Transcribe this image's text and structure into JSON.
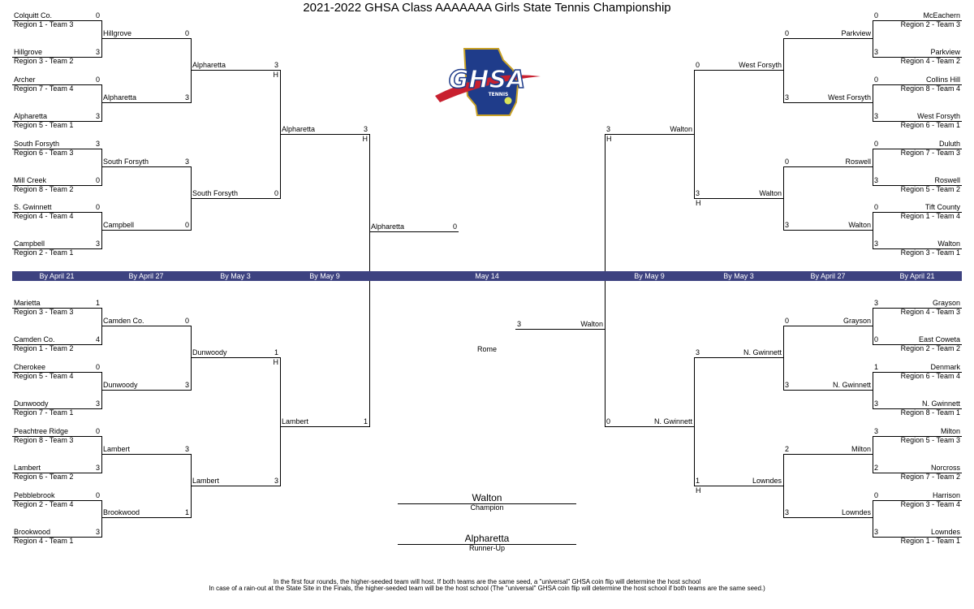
{
  "title": "2021-2022 GHSA Class AAAAAAA Girls State Tennis Championship",
  "colors": {
    "band": "#3d4280",
    "band_text": "#ffffff",
    "logo_blue": "#1f3c8a",
    "logo_red": "#c8202f",
    "logo_gold": "#c9a227"
  },
  "logo": {
    "text": "GHSA",
    "subtext": "TENNIS"
  },
  "rounds": [
    "By April 21",
    "By April 27",
    "By May 3",
    "By May 9",
    "May 14",
    "By May 9",
    "By May 3",
    "By April 27",
    "By April 21"
  ],
  "left_top": {
    "r1": [
      {
        "team": "Colquitt Co.",
        "seed": "Region 1 - Team 3",
        "score": "0"
      },
      {
        "team": "Hillgrove",
        "seed": "Region 3 - Team 2",
        "score": "3"
      },
      {
        "team": "Archer",
        "seed": "Region 7 - Team 4",
        "score": "0"
      },
      {
        "team": "Alpharetta",
        "seed": "Region 5 - Team 1",
        "score": "3"
      },
      {
        "team": "South Forsyth",
        "seed": "Region 6 - Team 3",
        "score": "3"
      },
      {
        "team": "Mill Creek",
        "seed": "Region 8 - Team 2",
        "score": "0"
      },
      {
        "team": "S. Gwinnett",
        "seed": "Region 4 - Team 4",
        "score": "0"
      },
      {
        "team": "Campbell",
        "seed": "Region 2 - Team 1",
        "score": "3"
      }
    ],
    "r2": [
      {
        "team": "Hillgrove",
        "score": "0"
      },
      {
        "team": "Alpharetta",
        "score": "3"
      },
      {
        "team": "South Forsyth",
        "score": "3"
      },
      {
        "team": "Campbell",
        "score": "0"
      }
    ],
    "r3": [
      {
        "team": "Alpharetta",
        "score": "3",
        "host": "H"
      },
      {
        "team": "South Forsyth",
        "score": "0",
        "host": ""
      }
    ],
    "r4": {
      "team": "Alpharetta",
      "score": "3",
      "host": "H"
    }
  },
  "left_bottom": {
    "r1": [
      {
        "team": "Marietta",
        "seed": "Region 3 - Team 3",
        "score": "1"
      },
      {
        "team": "Camden Co.",
        "seed": "Region 1 - Team 2",
        "score": "4"
      },
      {
        "team": "Cherokee",
        "seed": "Region 5 - Team 4",
        "score": "0"
      },
      {
        "team": "Dunwoody",
        "seed": "Region 7 - Team 1",
        "score": "3"
      },
      {
        "team": "Peachtree Ridge",
        "seed": "Region 8 - Team 3",
        "score": "0"
      },
      {
        "team": "Lambert",
        "seed": "Region 6 - Team 2",
        "score": "3"
      },
      {
        "team": "Pebblebrook",
        "seed": "Region 2 - Team 4",
        "score": "0"
      },
      {
        "team": "Brookwood",
        "seed": "Region 4 - Team 1",
        "score": "3"
      }
    ],
    "r2": [
      {
        "team": "Camden Co.",
        "score": "0"
      },
      {
        "team": "Dunwoody",
        "score": "3"
      },
      {
        "team": "Lambert",
        "score": "3"
      },
      {
        "team": "Brookwood",
        "score": "1"
      }
    ],
    "r3": [
      {
        "team": "Dunwoody",
        "score": "1",
        "host": "H"
      },
      {
        "team": "Lambert",
        "score": "3",
        "host": ""
      }
    ],
    "r4": {
      "team": "Lambert",
      "score": "1",
      "host": ""
    }
  },
  "right_top": {
    "r1": [
      {
        "team": "McEachern",
        "seed": "Region 2 - Team 3",
        "score": "0"
      },
      {
        "team": "Parkview",
        "seed": "Region 4 - Team 2",
        "score": "3"
      },
      {
        "team": "Collins Hill",
        "seed": "Region  8 - Team 4",
        "score": "0"
      },
      {
        "team": "West Forsyth",
        "seed": "Region 6 - Team 1",
        "score": "3"
      },
      {
        "team": "Duluth",
        "seed": "Region 7 - Team 3",
        "score": "0"
      },
      {
        "team": "Roswell",
        "seed": "Region 5 - Team 2",
        "score": "3"
      },
      {
        "team": "Tift County",
        "seed": "Region 1 - Team 4",
        "score": "0"
      },
      {
        "team": "Walton",
        "seed": "Region 3 - Team 1",
        "score": "3"
      }
    ],
    "r2": [
      {
        "team": "Parkview",
        "score": "0"
      },
      {
        "team": "West Forsyth",
        "score": "3"
      },
      {
        "team": "Roswell",
        "score": "0"
      },
      {
        "team": "Walton",
        "score": "3"
      }
    ],
    "r3": [
      {
        "team": "West Forsyth",
        "score": "0",
        "host": ""
      },
      {
        "team": "Walton",
        "score": "3",
        "host": "H"
      }
    ],
    "r4": {
      "team": "Walton",
      "score": "3",
      "host": "H"
    }
  },
  "right_bottom": {
    "r1": [
      {
        "team": "Grayson",
        "seed": "Region 4 - Team 3",
        "score": "3"
      },
      {
        "team": "East Coweta",
        "seed": "Region 2 - Team 2",
        "score": "0"
      },
      {
        "team": "Denmark",
        "seed": "Region 6 - Team 4",
        "score": "1"
      },
      {
        "team": "N. Gwinnett",
        "seed": "Region 8 - Team 1",
        "score": "3"
      },
      {
        "team": "Milton",
        "seed": "Region 5 - Team 3",
        "score": "3"
      },
      {
        "team": "Norcross",
        "seed": "Region 7 - Team 2",
        "score": "2"
      },
      {
        "team": "Harrison",
        "seed": "Region 3 - Team 4",
        "score": "0"
      },
      {
        "team": "Lowndes",
        "seed": "Region 1 - Team 1",
        "score": "3"
      }
    ],
    "r2": [
      {
        "team": "Grayson",
        "score": "0"
      },
      {
        "team": "N. Gwinnett",
        "score": "3"
      },
      {
        "team": "Milton",
        "score": "2"
      },
      {
        "team": "Lowndes",
        "score": "3"
      }
    ],
    "r3": [
      {
        "team": "N. Gwinnett",
        "score": "3",
        "host": ""
      },
      {
        "team": "Lowndes",
        "score": "1",
        "host": "H"
      }
    ],
    "r4": {
      "team": "N. Gwinnett",
      "score": "0",
      "host": ""
    }
  },
  "final": {
    "left": {
      "team": "Alpharetta",
      "score": "0"
    },
    "right": {
      "team": "Walton",
      "score": "3"
    },
    "site": "Rome"
  },
  "champion": {
    "team": "Walton",
    "label": "Champion"
  },
  "runner_up": {
    "team": "Alpharetta",
    "label": "Runner-Up"
  },
  "notes": [
    "In the first four rounds, the higher-seeded team will host.  If both teams are the same seed, a \"universal\" GHSA coin flip will determine the host school",
    "In case of a rain-out at the State Site in the Finals, the higher-seeded team will be the host school (The \"universal\" GHSA coin flip will determine the host school if both teams are the same seed.)"
  ]
}
